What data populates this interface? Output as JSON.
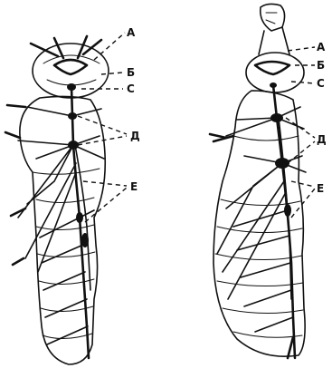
{
  "colors": {
    "ink": "#111111",
    "background": "#ffffff"
  },
  "left_figure": {
    "labels": {
      "a": "А",
      "b": "Б",
      "c": "С",
      "d": "Д",
      "e": "Е"
    }
  },
  "right_figure": {
    "labels": {
      "a": "А",
      "b": "Б",
      "c": "С",
      "d": "Д",
      "e": "Е"
    }
  }
}
